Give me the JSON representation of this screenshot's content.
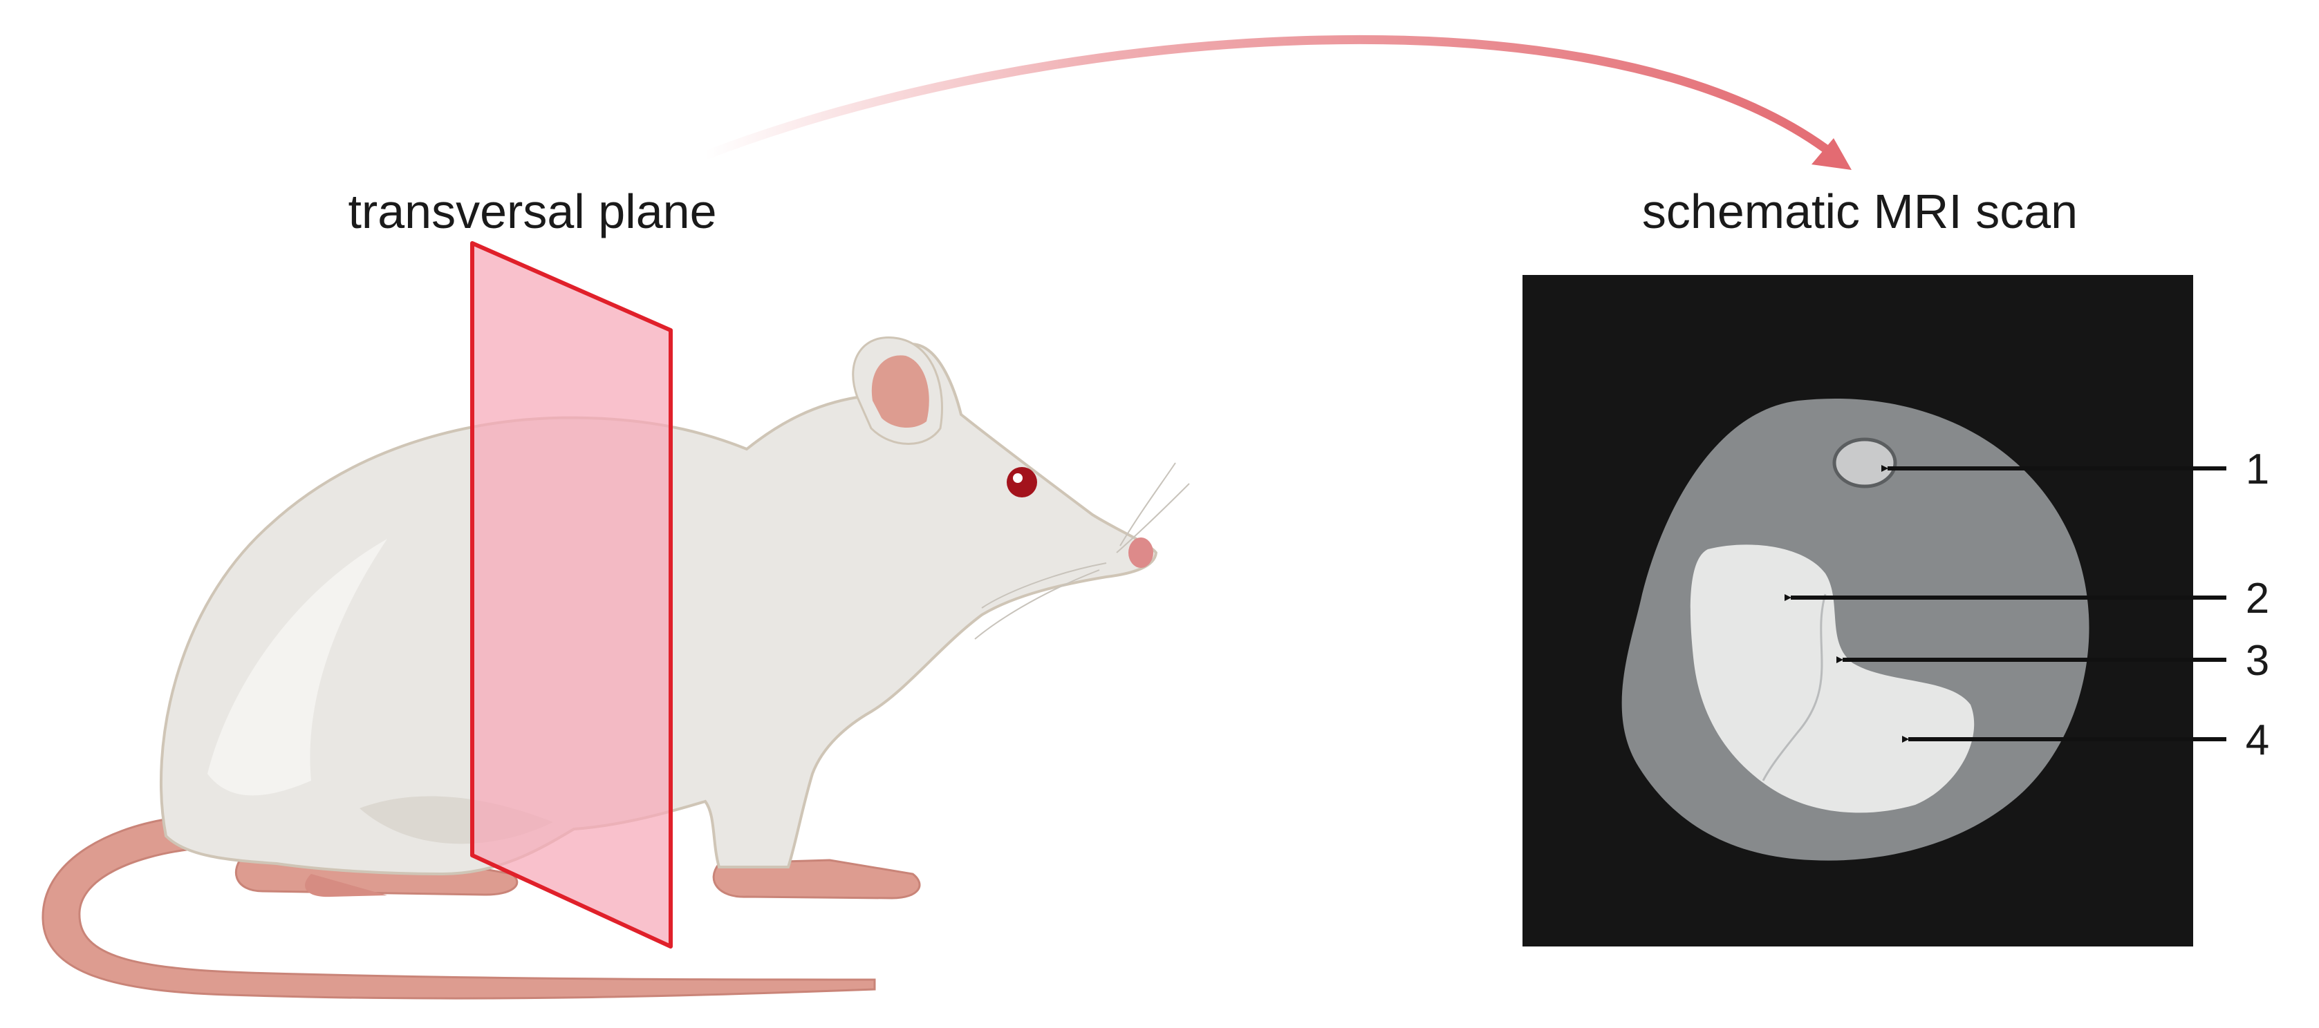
{
  "left_panel": {
    "title": "transversal plane"
  },
  "right_panel": {
    "title": "schematic MRI scan",
    "markers": [
      "1",
      "2",
      "3",
      "4"
    ]
  },
  "colors": {
    "plane_fill": "#f7a9b8",
    "plane_edge": "#e0202a",
    "arrow": "#e36b72",
    "rat_fur": "#e9e7e3",
    "rat_skin": "#dd9c90",
    "mri_bg": "#151515",
    "mri_body": "#878a8c",
    "mri_organ": "#e6e7e6"
  },
  "icons": {
    "subject": "rat-icon",
    "scan": "mri-slice-icon"
  }
}
